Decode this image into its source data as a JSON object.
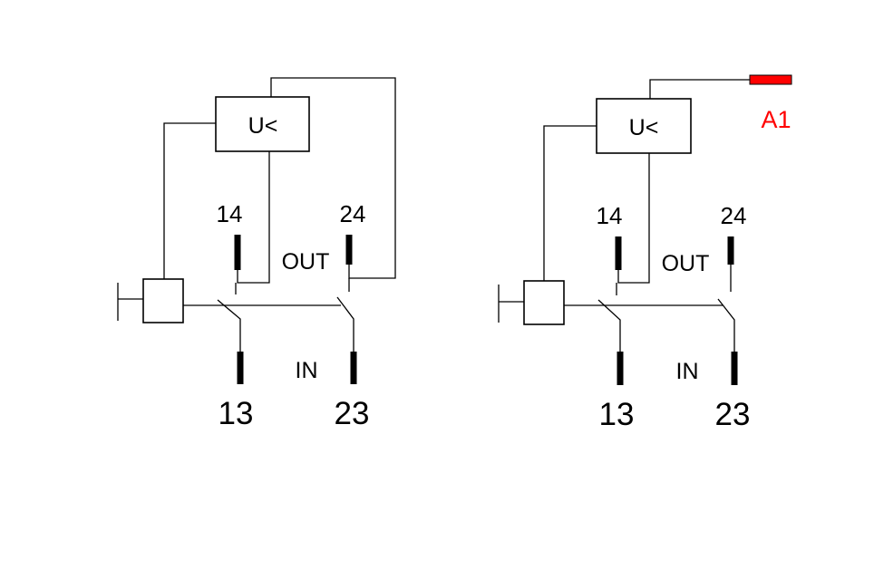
{
  "colors": {
    "line": "#000000",
    "accent": "#ff0000",
    "background": "#ffffff"
  },
  "diagram_left": {
    "relay_label": "U<",
    "terminal_14": "14",
    "terminal_24": "24",
    "out_label": "OUT",
    "in_label": "IN",
    "terminal_13": "13",
    "terminal_23": "23"
  },
  "diagram_right": {
    "relay_label": "U<",
    "terminal_14": "14",
    "terminal_24": "24",
    "out_label": "OUT",
    "in_label": "IN",
    "terminal_13": "13",
    "terminal_23": "23",
    "a1_label": "A1"
  }
}
